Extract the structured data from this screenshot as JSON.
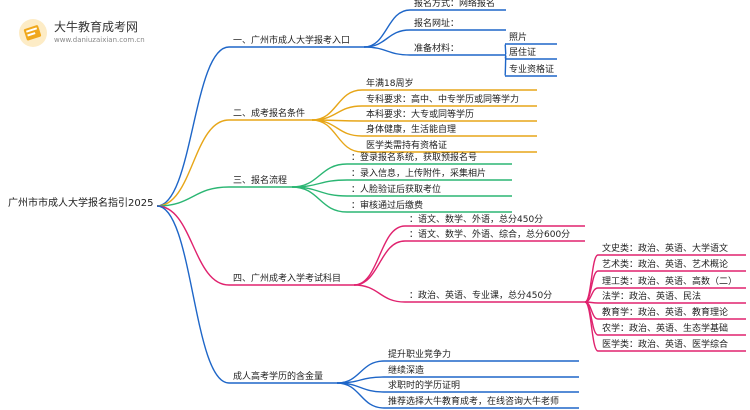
{
  "site": {
    "name": "大牛教育成考网",
    "url": "www.daniuzaixian.com.cn"
  },
  "root": "广州市市成人大学报名指引2025",
  "branches": [
    {
      "key": "b1",
      "color": "#1e66c8",
      "label": "一、广州市成人大学报考入口",
      "children": [
        {
          "label": "报名方式：网络报名"
        },
        {
          "label": "报名网址："
        },
        {
          "label": "准备材料：",
          "children": [
            {
              "label": "照片"
            },
            {
              "label": "居住证"
            },
            {
              "label": "专业资格证"
            }
          ]
        }
      ]
    },
    {
      "key": "b2",
      "color": "#e7a618",
      "label": "二、成考报名条件",
      "children": [
        {
          "label": "年满18周岁"
        },
        {
          "label": "专科要求：高中、中专学历或同等学力"
        },
        {
          "label": "本科要求：大专或同等学历"
        },
        {
          "label": "身体健康，生活能自理"
        },
        {
          "label": "医学类需持有资格证"
        }
      ]
    },
    {
      "key": "b3",
      "color": "#2bb673",
      "label": "三、报名流程",
      "children": [
        {
          "label": "：登录报名系统，获取预报名号"
        },
        {
          "label": "：录入信息，上传附件，采集相片"
        },
        {
          "label": "：人脸验证后获取考位"
        },
        {
          "label": "：审核通过后缴费"
        }
      ]
    },
    {
      "key": "b4",
      "color": "#e0226e",
      "label": "四、广州成考入学考试科目",
      "children": [
        {
          "label": "：语文、数学、外语，总分450分"
        },
        {
          "label": "：语文、数学、外语、综合，总分600分"
        },
        {
          "label": "：政治、英语、专业课，总分450分",
          "children": [
            {
              "label": "文史类：政治、英语、大学语文"
            },
            {
              "label": "艺术类：政治、英语、艺术概论"
            },
            {
              "label": "理工类：政治、英语、高数（二）"
            },
            {
              "label": "法学：政治、英语、民法"
            },
            {
              "label": "教育学：政治、英语、教育理论"
            },
            {
              "label": "农学：政治、英语、生态学基础"
            },
            {
              "label": "医学类：政治、英语、医学综合"
            }
          ]
        }
      ]
    },
    {
      "key": "b5",
      "color": "#1e66c8",
      "label": "成人高考学历的含金量",
      "children": [
        {
          "label": "提升职业竞争力"
        },
        {
          "label": "继续深造"
        },
        {
          "label": "求职时的学历证明"
        },
        {
          "label": "推荐选择大牛教育成考，在线咨询大牛老师"
        }
      ]
    }
  ]
}
